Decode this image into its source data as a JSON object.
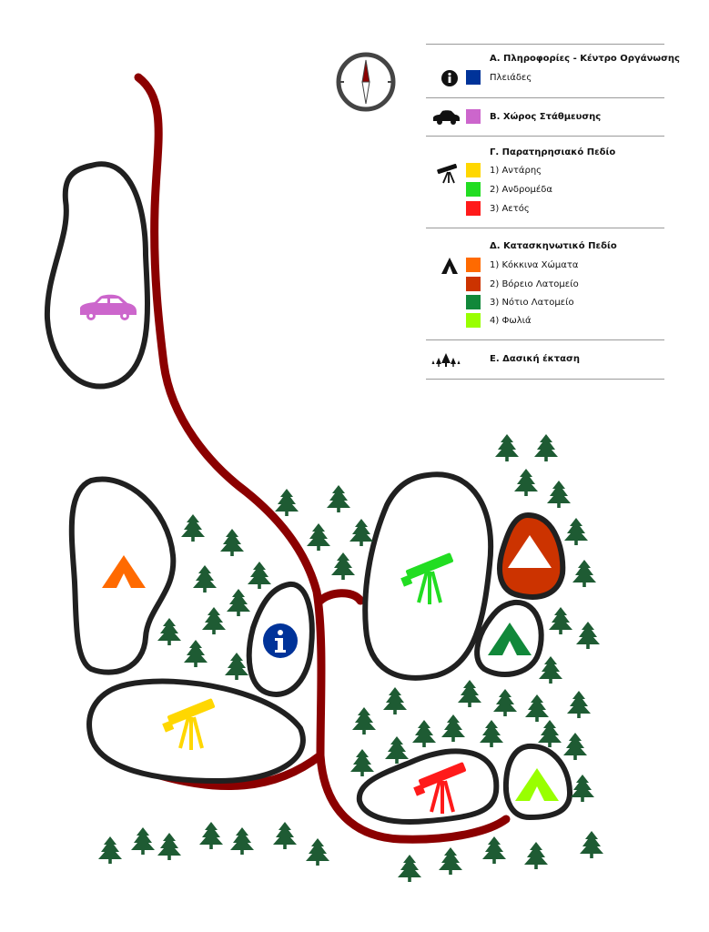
{
  "colors": {
    "outline": "#202020",
    "road": "#8b0000",
    "tree": "#1e5b33",
    "info": "#003399",
    "parking": "#cc66cc",
    "antaris": "#ffd700",
    "andromeda": "#22dd22",
    "aetos": "#ff1a1a",
    "kokkina": "#ff6a00",
    "voreio": "#cc3300",
    "notio": "#11883a",
    "fotia": "#99ff00"
  },
  "compass": {
    "icon": "compass-icon"
  },
  "legend": {
    "a": {
      "title": "Α. Πληροφορίες -  Κέντρο Οργάνωσης",
      "icon": "info-icon",
      "items": [
        {
          "label": "Πλειάδες",
          "color": "#003399"
        }
      ]
    },
    "b": {
      "title": "Β. Χώρος Στάθμευσης",
      "icon": "car-icon",
      "color": "#cc66cc"
    },
    "c": {
      "title": "Γ. Παρατηρησιακό Πεδίο",
      "icon": "telescope-icon",
      "items": [
        {
          "label": "1) Αντάρης",
          "color": "#ffd700"
        },
        {
          "label": "2) Ανδρομέδα",
          "color": "#22dd22"
        },
        {
          "label": "3) Αετός",
          "color": "#ff1a1a"
        }
      ]
    },
    "d": {
      "title": "Δ. Κατασκηνωτικό Πεδίο",
      "icon": "tent-icon",
      "items": [
        {
          "label": "1) Κόκκινα Χώματα",
          "color": "#ff6a00"
        },
        {
          "label": "2) Βόρειο Λατομείο",
          "color": "#cc3300"
        },
        {
          "label": "3) Νότιο Λατομείο",
          "color": "#11883a"
        },
        {
          "label": "4) Φωλιά",
          "color": "#99ff00"
        }
      ]
    },
    "e": {
      "title": "Ε. Δασική έκταση",
      "icon": "trees-icon"
    }
  }
}
